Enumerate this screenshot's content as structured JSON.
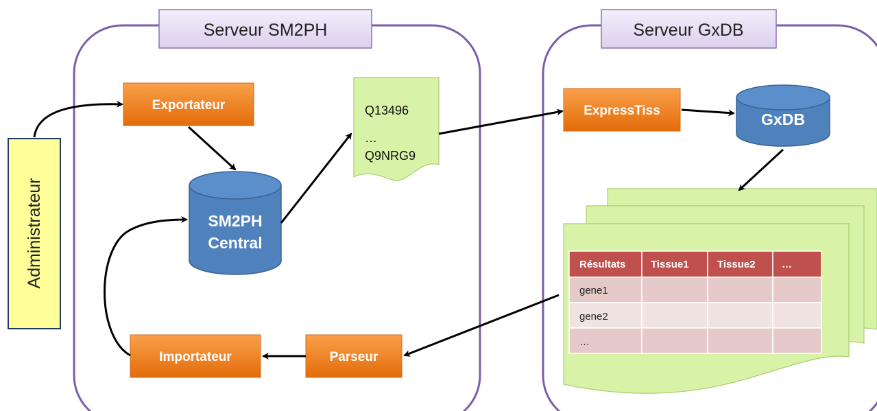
{
  "servers": {
    "sm2ph": {
      "title": "Serveur SM2PH"
    },
    "gxdb": {
      "title": "Serveur GxDB"
    }
  },
  "actor": {
    "label": "Administrateur"
  },
  "processes": {
    "exportateur": "Exportateur",
    "importateur": "Importateur",
    "parseur": "Parseur",
    "expresstiss": "ExpressTiss"
  },
  "databases": {
    "sm2ph_central": {
      "line1": "SM2PH",
      "line2": "Central"
    },
    "gxdb": {
      "line1": "GxDB"
    }
  },
  "id_list": {
    "lines": [
      "Q13496",
      "…",
      "Q9NRG9"
    ]
  },
  "results_table": {
    "headers": [
      "Résultats",
      "Tissue1",
      "Tissue2",
      "…"
    ],
    "rows": [
      [
        "gene1",
        "",
        "",
        ""
      ],
      [
        "gene2",
        "",
        "",
        ""
      ],
      [
        "…",
        "",
        "",
        ""
      ]
    ]
  },
  "colors": {
    "server_border": "#7b5ea7",
    "process": "#f28c1e",
    "database": "#4f81bd",
    "document": "#d8f3a7",
    "admin": "#ffff99",
    "table_header": "#c0504d"
  }
}
